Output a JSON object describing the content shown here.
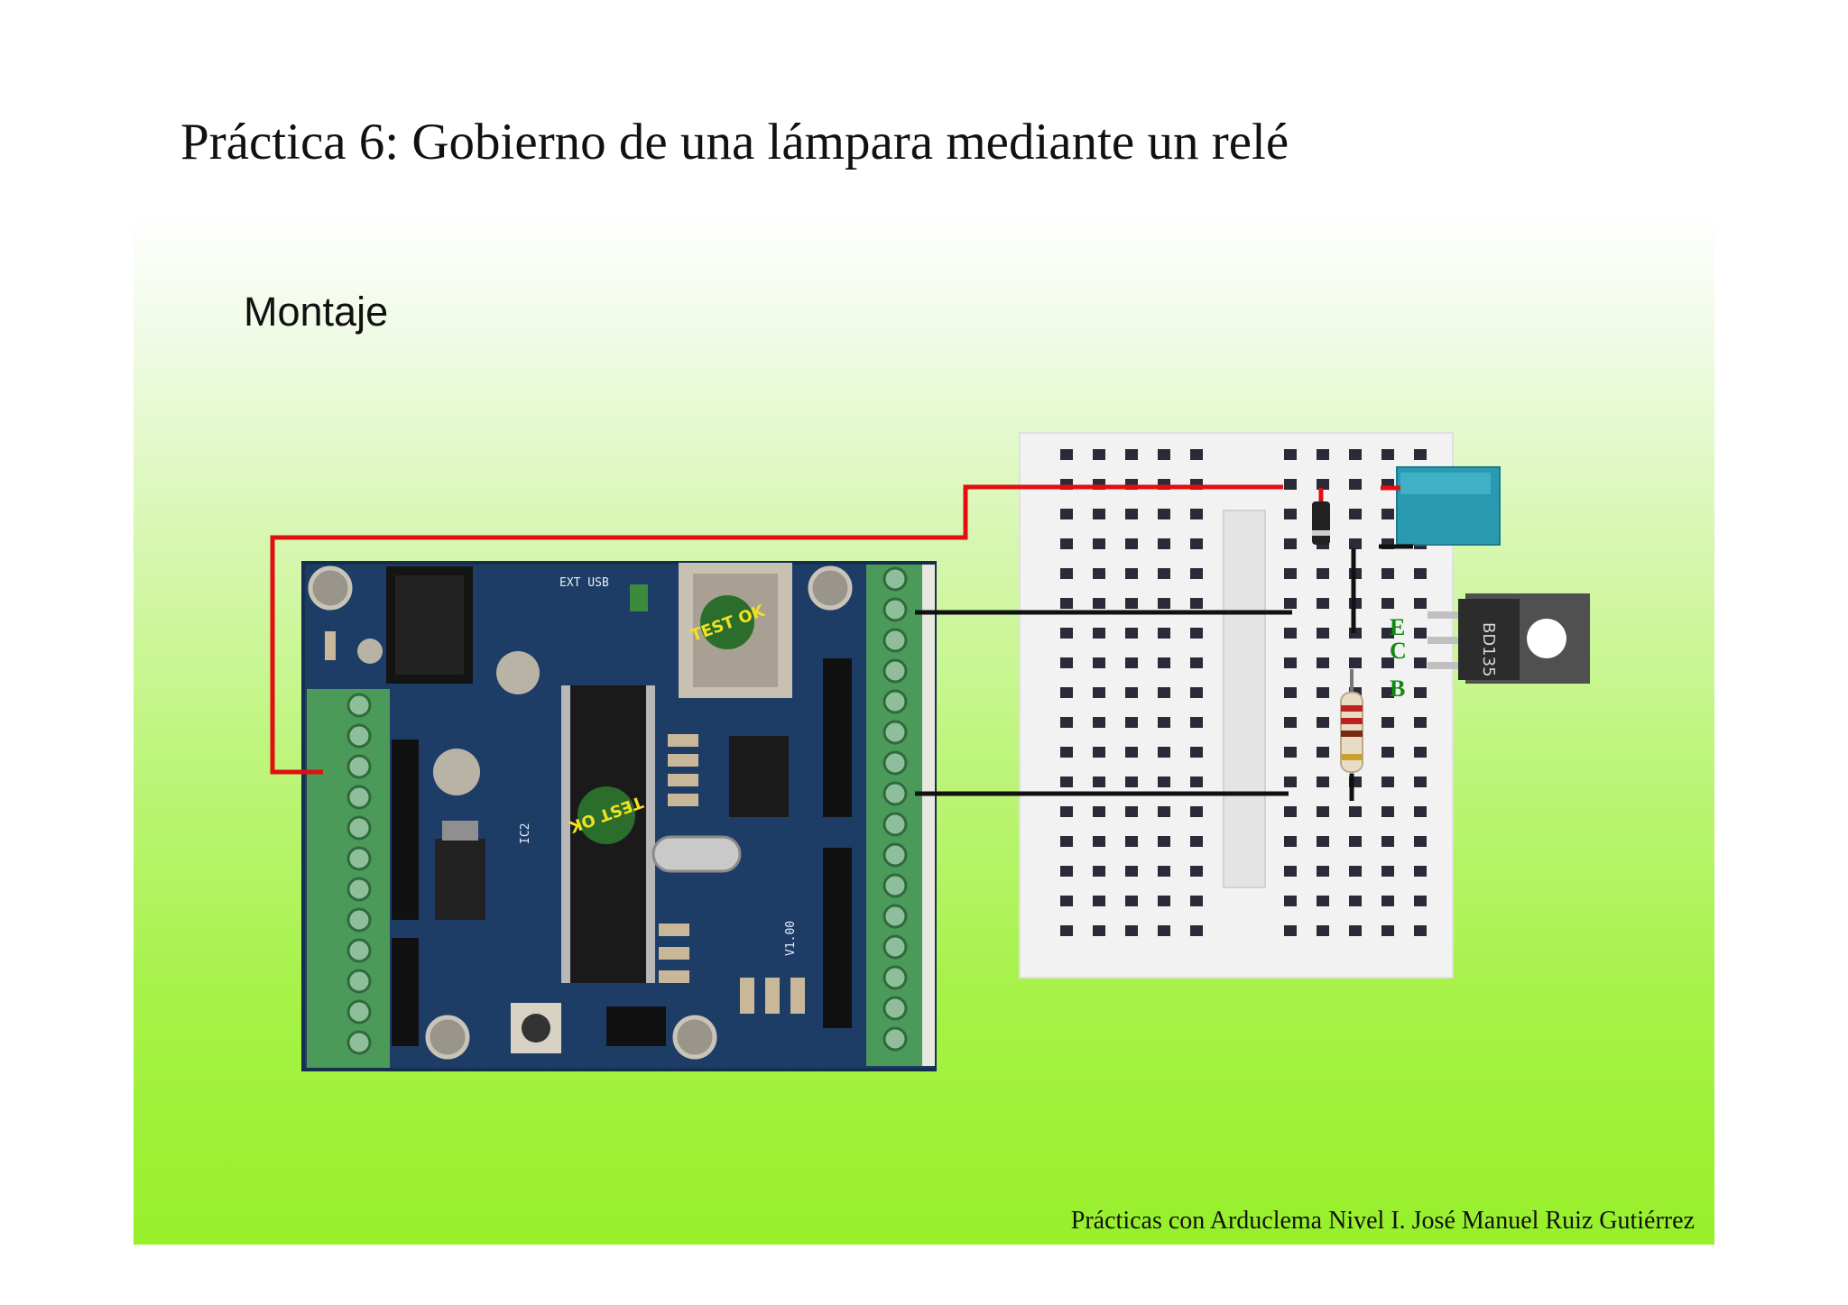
{
  "slide": {
    "title": "Práctica 6: Gobierno de una lámpara mediante un relé",
    "section": "Montaje",
    "footer": "Prácticas con Arduclema Nivel I.  José Manuel Ruiz Gutiérrez"
  },
  "diagram": {
    "transistor_pins": [
      "E",
      "C",
      "B"
    ],
    "transistor_label": "BD135",
    "board_stickers": [
      "TEST OK",
      "TEST OK"
    ],
    "colors": {
      "wire_power": "#e01010",
      "wire_signal": "#111111",
      "pcb": "#1e3d66",
      "terminal": "#4c9a5a",
      "relay": "#2a9ab0",
      "breadboard": "#f2f2f2"
    }
  }
}
